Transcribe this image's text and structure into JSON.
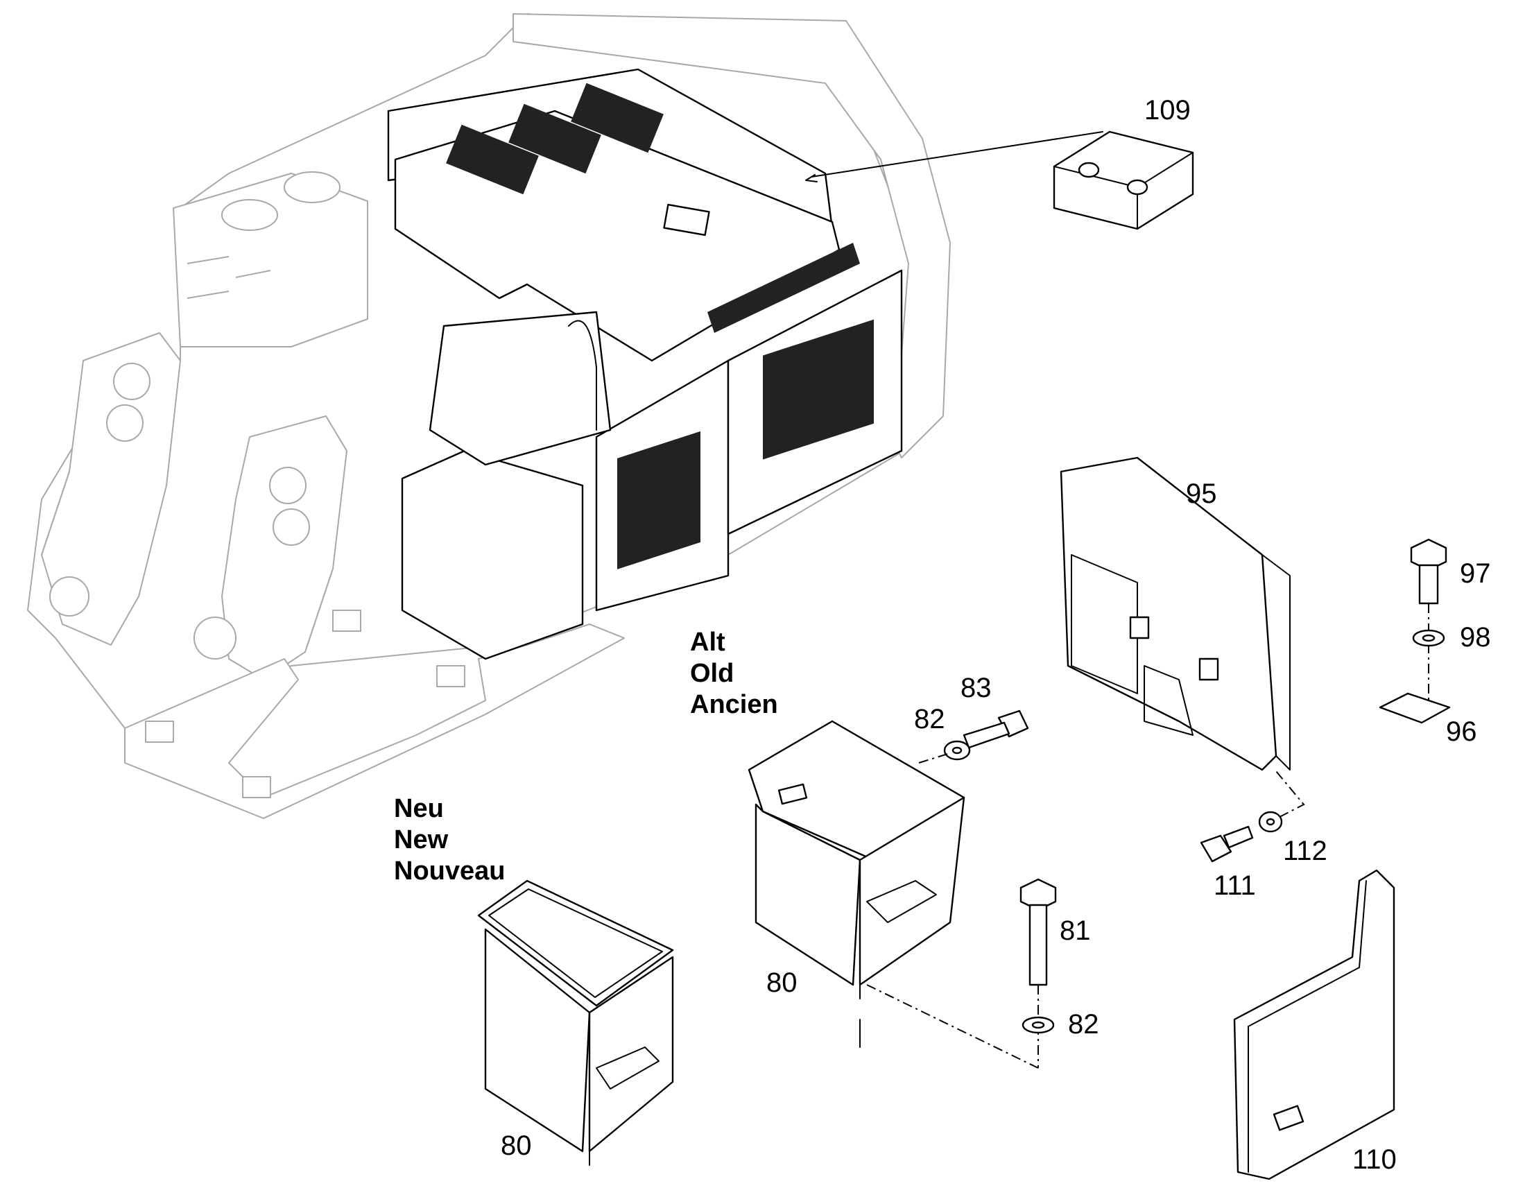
{
  "diagram": {
    "callouts": {
      "c109": "109",
      "c95": "95",
      "c97": "97",
      "c98": "98",
      "c96": "96",
      "c83": "83",
      "c82a": "82",
      "c81": "81",
      "c82b": "82",
      "c80old": "80",
      "c80new": "80",
      "c111": "111",
      "c112": "112",
      "c110": "110"
    },
    "notes": {
      "old": [
        "Alt",
        "Old",
        "Ancien"
      ],
      "new": [
        "Neu",
        "New",
        "Nouveau"
      ]
    }
  }
}
